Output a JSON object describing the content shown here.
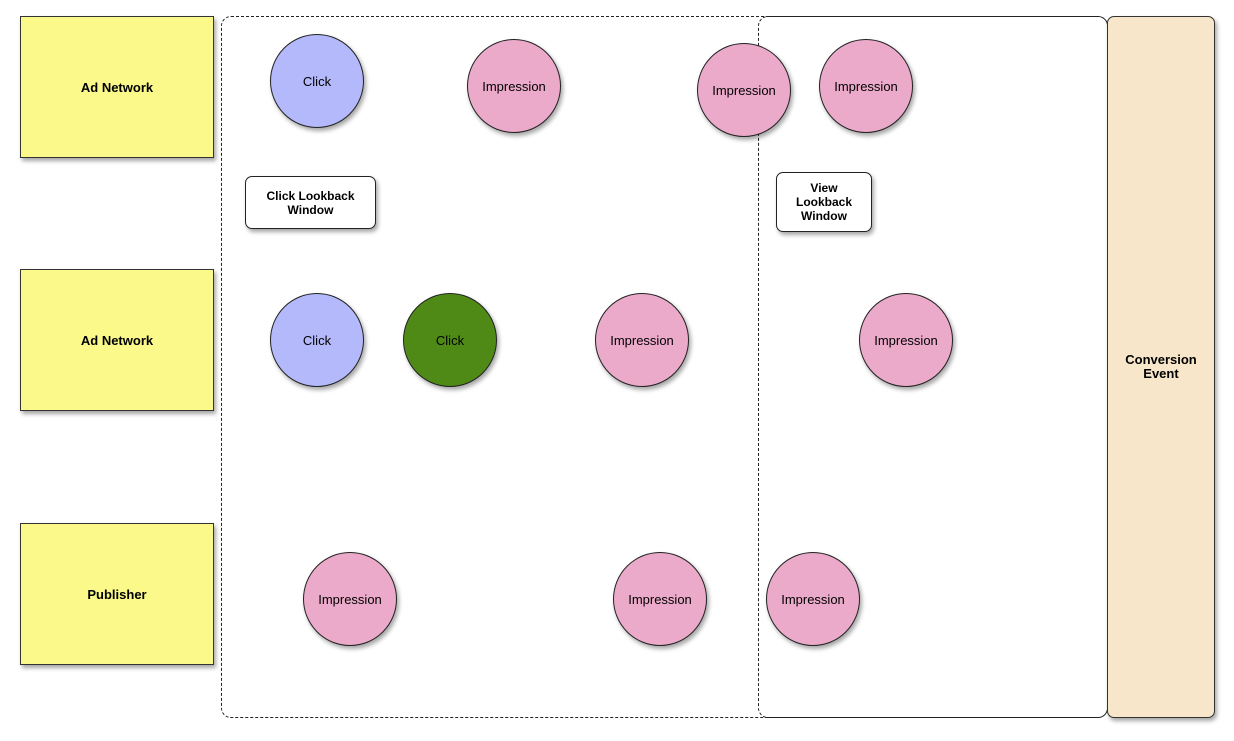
{
  "lanes": {
    "lane1": "Ad Network",
    "lane2": "Ad Network",
    "lane3": "Publisher"
  },
  "conversion_label": "Conversion\nEvent",
  "windows": {
    "click_lookback": "Click Lookback\nWindow",
    "view_lookback": "View\nLookback\nWindow"
  },
  "nodes": {
    "row1": [
      "Click",
      "Impression",
      "Impression",
      "Impression"
    ],
    "row2": [
      "Click",
      "Click",
      "Impression",
      "Impression"
    ],
    "row3": [
      "Impression",
      "Impression",
      "Impression"
    ]
  },
  "colors": {
    "impression": "#ebaaca",
    "click": "#b3b9fb",
    "click_highlight": "#4f8a16",
    "lane": "#fbf98a",
    "conversion": "#f7e6c9"
  }
}
